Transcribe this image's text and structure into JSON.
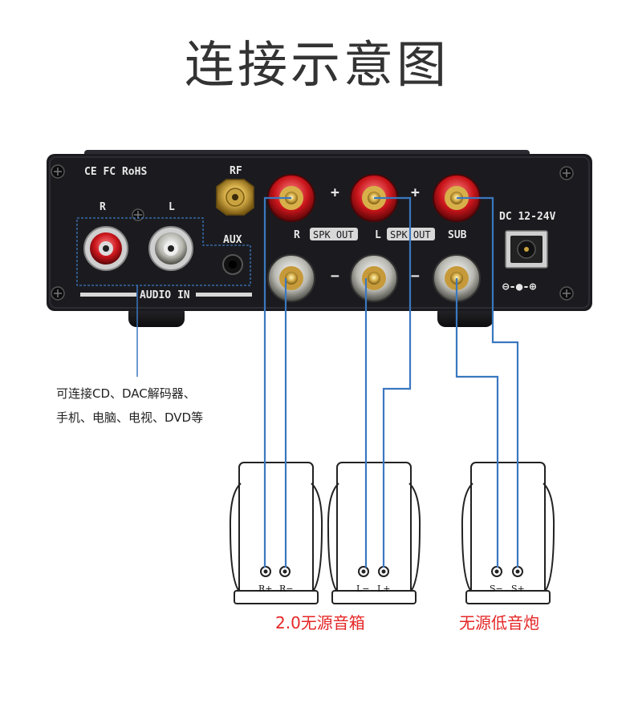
{
  "title": "连接示意图",
  "panel": {
    "certifications": "CE FC RoHS",
    "rf_label": "RF",
    "rca_r_label": "R",
    "rca_l_label": "L",
    "aux_label": "AUX",
    "audio_in_label": "AUDIO IN",
    "spk_r_label": "R",
    "spk_out_label": "SPK OUT",
    "spk_l_label": "L",
    "sub_label": "SUB",
    "plus_sign": "+",
    "minus_sign": "−",
    "dc_label": "DC 12-24V",
    "polarity_symbol": "⊖-●-⊕"
  },
  "input_note": {
    "line1": "可连接CD、DAC解码器、",
    "line2": "手机、电脑、电视、DVD等"
  },
  "speakers": [
    {
      "neg_terminal": "R+",
      "pos_terminal": "R−"
    },
    {
      "neg_terminal": "L−",
      "pos_terminal": "L+"
    },
    {
      "neg_terminal": "S−",
      "pos_terminal": "S+"
    }
  ],
  "captions": {
    "stereo": "2.0无源音箱",
    "subwoofer": "无源低音炮"
  },
  "colors": {
    "wire": "#3a78c0",
    "caption": "#e52626",
    "panel": "#1b1b1f"
  }
}
